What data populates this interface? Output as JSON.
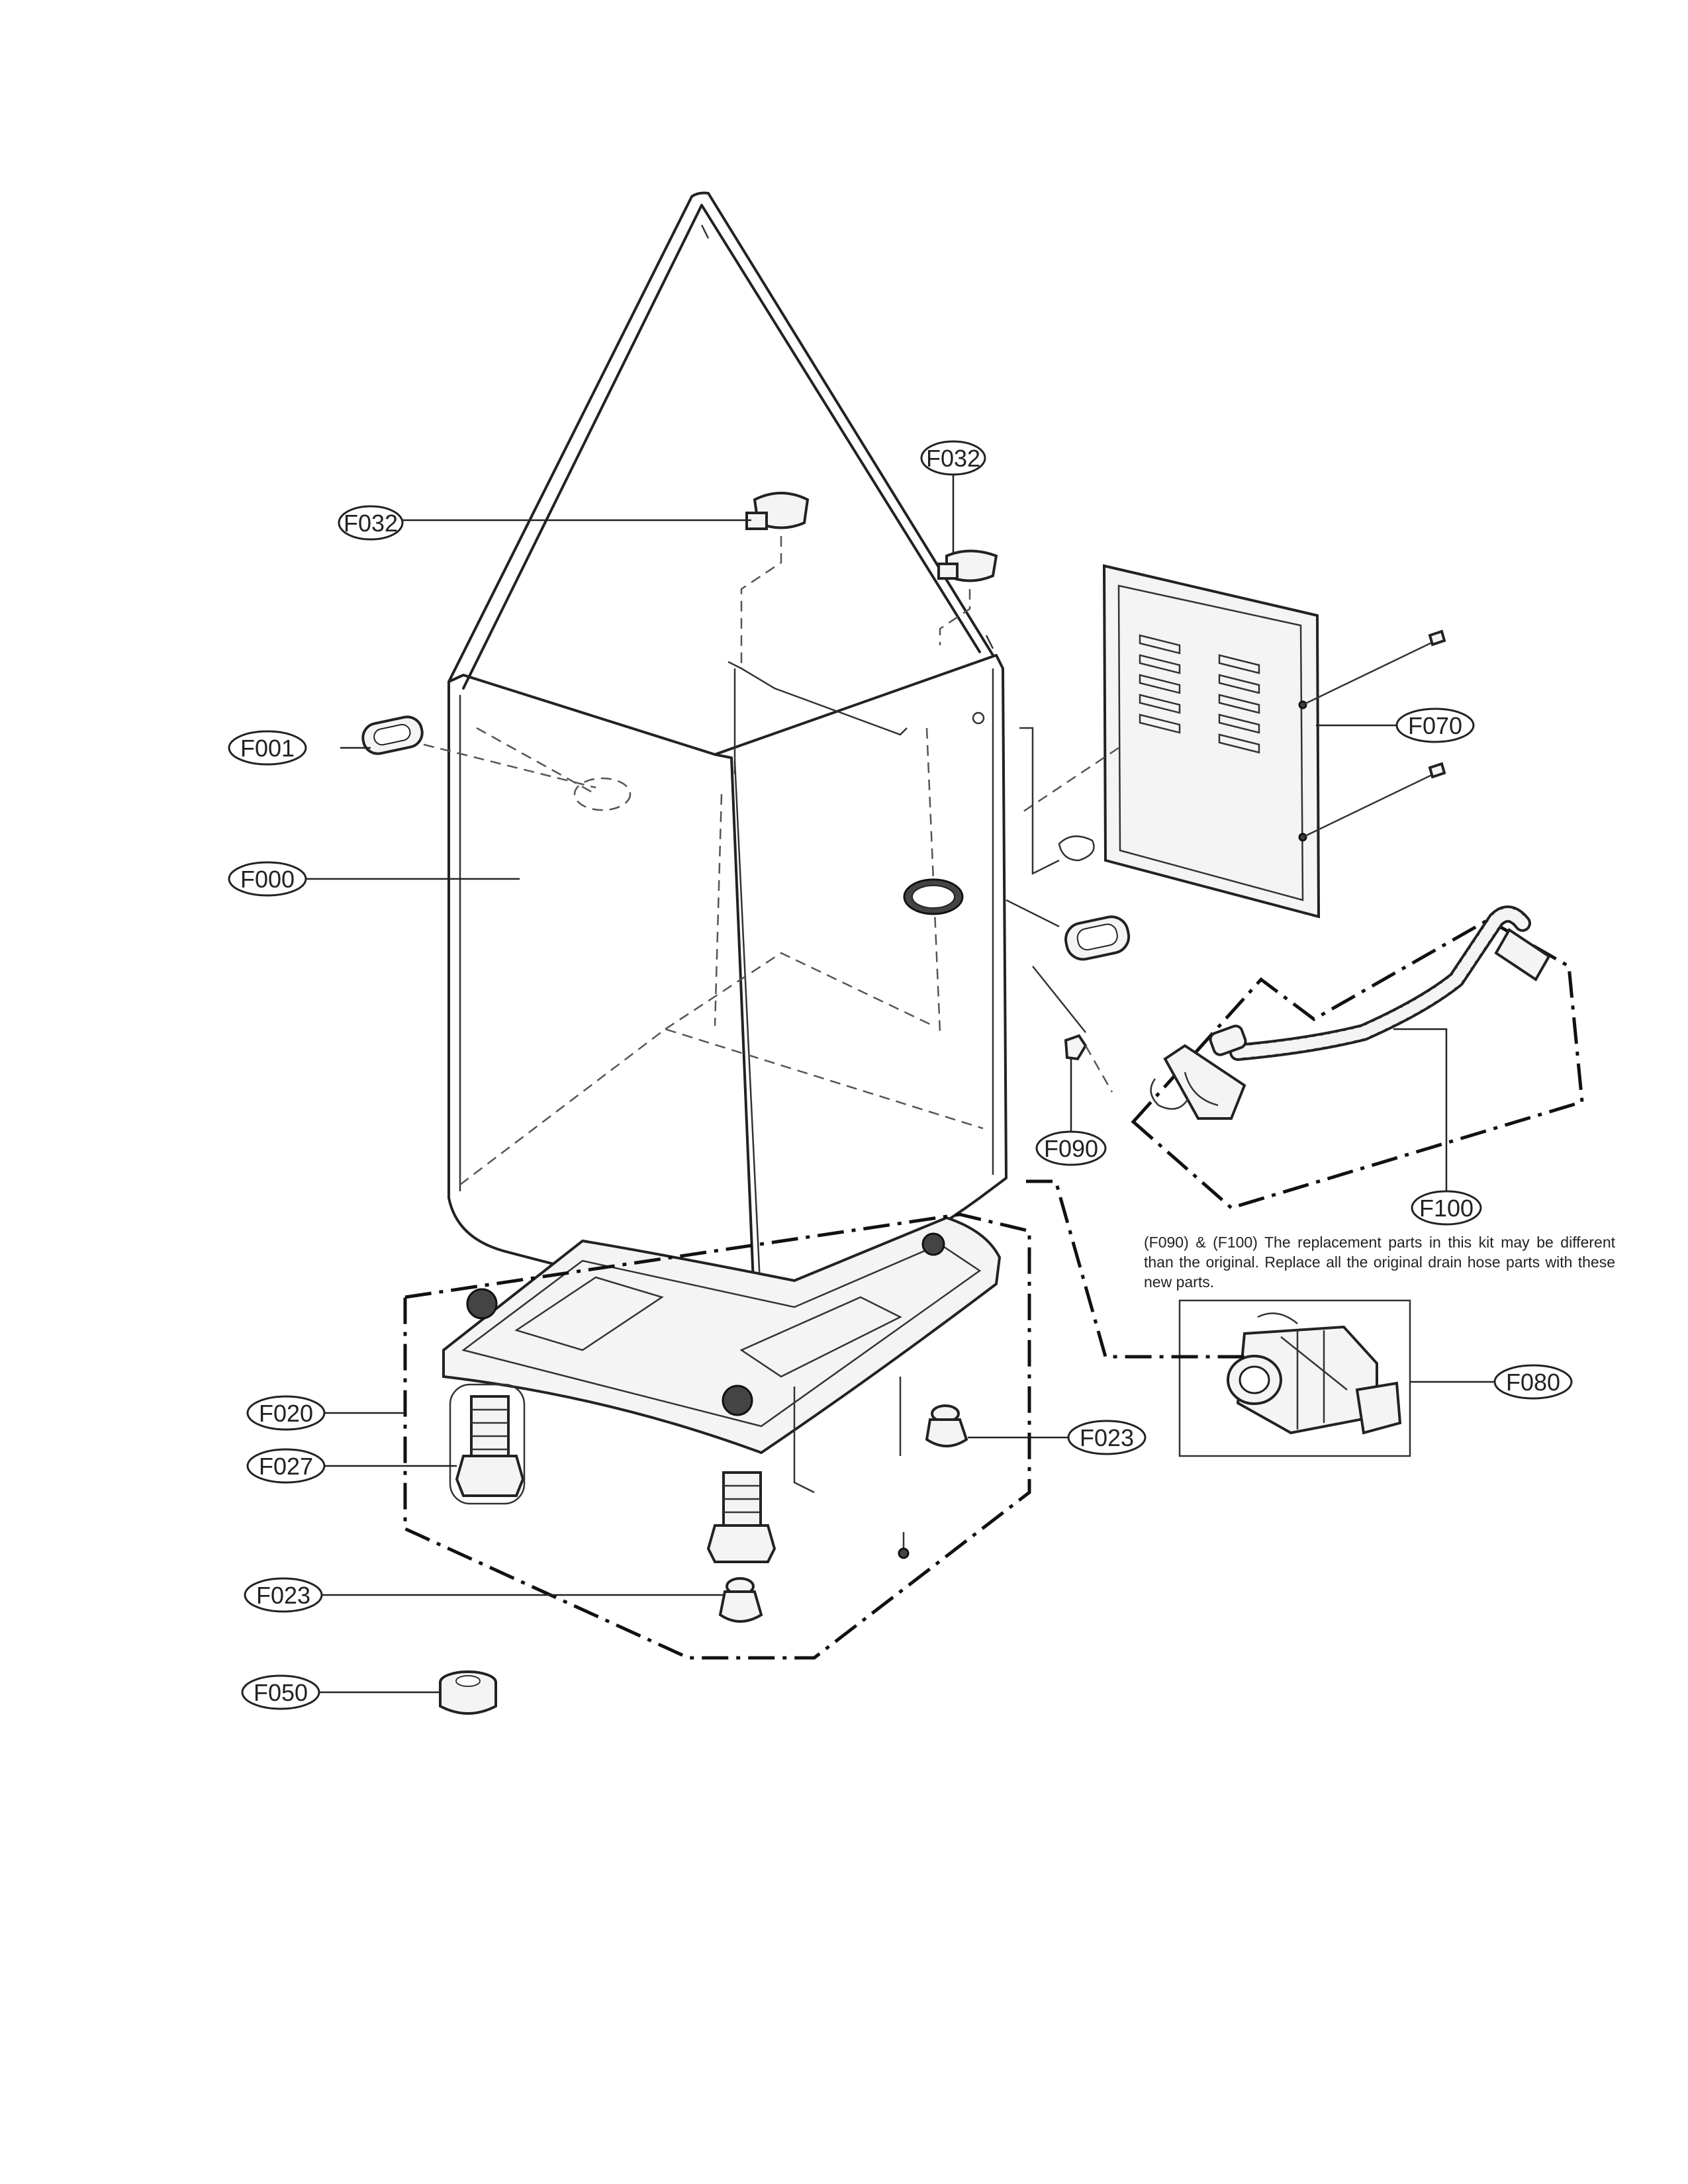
{
  "callouts": {
    "f032_left": "F032",
    "f032_top": "F032",
    "f001": "F001",
    "f000": "F000",
    "f070": "F070",
    "f090": "F090",
    "f100": "F100",
    "f080": "F080",
    "f020": "F020",
    "f027": "F027",
    "f023_right": "F023",
    "f023_left": "F023",
    "f050": "F050"
  },
  "note": "(F090) & (F100) The replacement parts in this kit may be different than the original. Replace all the original drain  hose parts with these new parts."
}
